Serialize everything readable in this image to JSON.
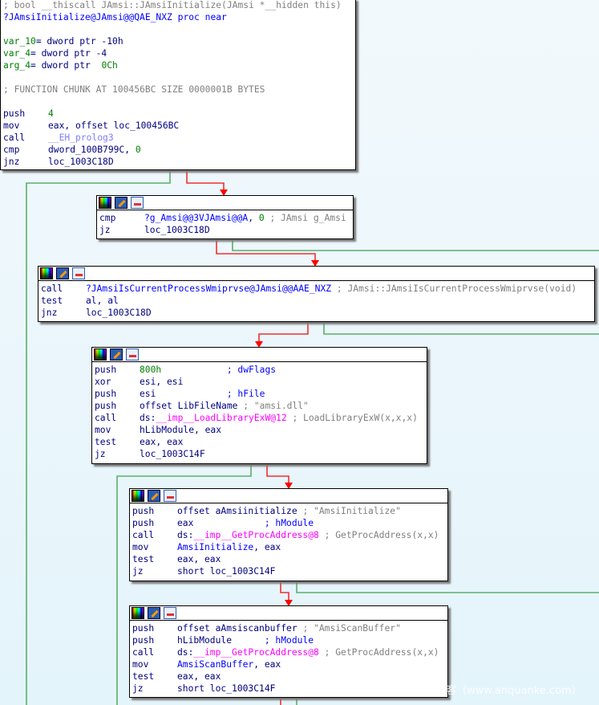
{
  "colors": {
    "edge_true": "#f03030",
    "edge_false": "#5aaf6a",
    "background": "#eaf6fb"
  },
  "blocks": [
    {
      "name": "block-function-entry",
      "header": false,
      "lines": [
        {
          "mn": "",
          "ops": [
            {
              "t": "; bool __thiscall JAmsi::JAmsiInitialize(JAmsi *__hidden this)",
              "c": "gr"
            }
          ]
        },
        {
          "mn": "",
          "ops": [
            {
              "t": "?JAmsiInitialize@JAmsi@@QAE_NXZ proc near",
              "c": "b"
            }
          ]
        },
        {
          "mn": "",
          "ops": [
            {
              "t": " ",
              "c": "n"
            }
          ]
        },
        {
          "mn": "",
          "ops": [
            {
              "t": "var_10",
              "c": "g"
            },
            {
              "t": "= dword ptr -10h",
              "c": "n"
            }
          ]
        },
        {
          "mn": "",
          "ops": [
            {
              "t": "var_4",
              "c": "g"
            },
            {
              "t": "= dword ptr -4",
              "c": "n"
            }
          ]
        },
        {
          "mn": "",
          "ops": [
            {
              "t": "arg_4",
              "c": "g"
            },
            {
              "t": "= dword ptr  ",
              "c": "n"
            },
            {
              "t": "0Ch",
              "c": "g"
            }
          ]
        },
        {
          "mn": "",
          "ops": [
            {
              "t": " ",
              "c": "n"
            }
          ]
        },
        {
          "mn": "",
          "ops": [
            {
              "t": "; FUNCTION CHUNK AT 100456BC SIZE 0000001B BYTES",
              "c": "gr"
            }
          ]
        },
        {
          "mn": "",
          "ops": [
            {
              "t": " ",
              "c": "n"
            }
          ]
        },
        {
          "mn": "push",
          "ops": [
            {
              "t": "4",
              "c": "g"
            }
          ]
        },
        {
          "mn": "mov",
          "ops": [
            {
              "t": "eax, offset loc_100456BC",
              "c": "n"
            }
          ]
        },
        {
          "mn": "call",
          "ops": [
            {
              "t": "__EH_prolog3",
              "c": "p"
            }
          ]
        },
        {
          "mn": "cmp",
          "ops": [
            {
              "t": "dword_100B799C, ",
              "c": "n"
            },
            {
              "t": "0",
              "c": "g"
            }
          ]
        },
        {
          "mn": "jnz",
          "ops": [
            {
              "t": "loc_1003C18D",
              "c": "n"
            }
          ]
        }
      ]
    },
    {
      "name": "block-check-g-amsi",
      "header": true,
      "lines": [
        {
          "mn": "cmp",
          "ops": [
            {
              "t": "?g_Amsi@@3VJAmsi@@A",
              "c": "b"
            },
            {
              "t": ", ",
              "c": "n"
            },
            {
              "t": "0",
              "c": "g"
            },
            {
              "t": " ; JAmsi g_Amsi",
              "c": "gr"
            }
          ]
        },
        {
          "mn": "jz",
          "ops": [
            {
              "t": "loc_1003C18D",
              "c": "n"
            }
          ]
        }
      ]
    },
    {
      "name": "block-check-wmiprvse",
      "header": true,
      "lines": [
        {
          "mn": "call",
          "ops": [
            {
              "t": "?JAmsiIsCurrentProcessWmiprvse@JAmsi@@AAE_NXZ",
              "c": "b"
            },
            {
              "t": " ; JAmsi::JAmsiIsCurrentProcessWmiprvse(void)",
              "c": "gr"
            }
          ]
        },
        {
          "mn": "test",
          "ops": [
            {
              "t": "al, al",
              "c": "n"
            }
          ]
        },
        {
          "mn": "jnz",
          "ops": [
            {
              "t": "loc_1003C18D",
              "c": "n"
            }
          ]
        }
      ]
    },
    {
      "name": "block-load-library",
      "header": true,
      "lines": [
        {
          "mn": "push",
          "ops": [
            {
              "t": "800h",
              "c": "g"
            },
            {
              "t": "            ; dwFlags",
              "c": "b"
            }
          ]
        },
        {
          "mn": "xor",
          "ops": [
            {
              "t": "esi, esi",
              "c": "n"
            }
          ]
        },
        {
          "mn": "push",
          "ops": [
            {
              "t": "esi             ",
              "c": "n"
            },
            {
              "t": "; hFile",
              "c": "b"
            }
          ]
        },
        {
          "mn": "push",
          "ops": [
            {
              "t": "offset LibFileName",
              "c": "n"
            },
            {
              "t": " ; \"amsi.dll\"",
              "c": "gr"
            }
          ]
        },
        {
          "mn": "call",
          "ops": [
            {
              "t": "ds:",
              "c": "n"
            },
            {
              "t": "__imp__LoadLibraryExW@12",
              "c": "m"
            },
            {
              "t": " ; LoadLibraryExW(x,x,x)",
              "c": "gr"
            }
          ]
        },
        {
          "mn": "mov",
          "ops": [
            {
              "t": "hLibModule, eax",
              "c": "n"
            }
          ]
        },
        {
          "mn": "test",
          "ops": [
            {
              "t": "eax, eax",
              "c": "n"
            }
          ]
        },
        {
          "mn": "jz",
          "ops": [
            {
              "t": "loc_1003C14F",
              "c": "n"
            }
          ]
        }
      ]
    },
    {
      "name": "block-get-amsiinitialize",
      "header": true,
      "lines": [
        {
          "mn": "push",
          "ops": [
            {
              "t": "offset aAmsiinitialize",
              "c": "n"
            },
            {
              "t": " ; \"AmsiInitialize\"",
              "c": "gr"
            }
          ]
        },
        {
          "mn": "push",
          "ops": [
            {
              "t": "eax             ",
              "c": "n"
            },
            {
              "t": "; hModule",
              "c": "b"
            }
          ]
        },
        {
          "mn": "call",
          "ops": [
            {
              "t": "ds:",
              "c": "n"
            },
            {
              "t": "__imp__GetProcAddress@8",
              "c": "m"
            },
            {
              "t": " ; GetProcAddress(x,x)",
              "c": "gr"
            }
          ]
        },
        {
          "mn": "mov",
          "ops": [
            {
              "t": "AmsiInitialize",
              "c": "b"
            },
            {
              "t": ", eax",
              "c": "n"
            }
          ]
        },
        {
          "mn": "test",
          "ops": [
            {
              "t": "eax, eax",
              "c": "n"
            }
          ]
        },
        {
          "mn": "jz",
          "ops": [
            {
              "t": "short loc_1003C14F",
              "c": "n"
            }
          ]
        }
      ]
    },
    {
      "name": "block-get-amsiscanbuffer",
      "header": true,
      "lines": [
        {
          "mn": "push",
          "ops": [
            {
              "t": "offset aAmsiscanbuffer",
              "c": "n"
            },
            {
              "t": " ; \"AmsiScanBuffer\"",
              "c": "gr"
            }
          ]
        },
        {
          "mn": "push",
          "ops": [
            {
              "t": "hLibModule      ",
              "c": "n"
            },
            {
              "t": "; hModule",
              "c": "b"
            }
          ]
        },
        {
          "mn": "call",
          "ops": [
            {
              "t": "ds:",
              "c": "n"
            },
            {
              "t": "__imp__GetProcAddress@8",
              "c": "m"
            },
            {
              "t": " ; GetProcAddress(x,x)",
              "c": "gr"
            }
          ]
        },
        {
          "mn": "mov",
          "ops": [
            {
              "t": "AmsiScanBuffer",
              "c": "b"
            },
            {
              "t": ", eax",
              "c": "n"
            }
          ]
        },
        {
          "mn": "test",
          "ops": [
            {
              "t": "eax, eax",
              "c": "n"
            }
          ]
        },
        {
          "mn": "jz",
          "ops": [
            {
              "t": "short loc_1003C14F",
              "c": "n"
            }
          ]
        }
      ]
    }
  ],
  "watermark": "客（www.anquanke.com）"
}
